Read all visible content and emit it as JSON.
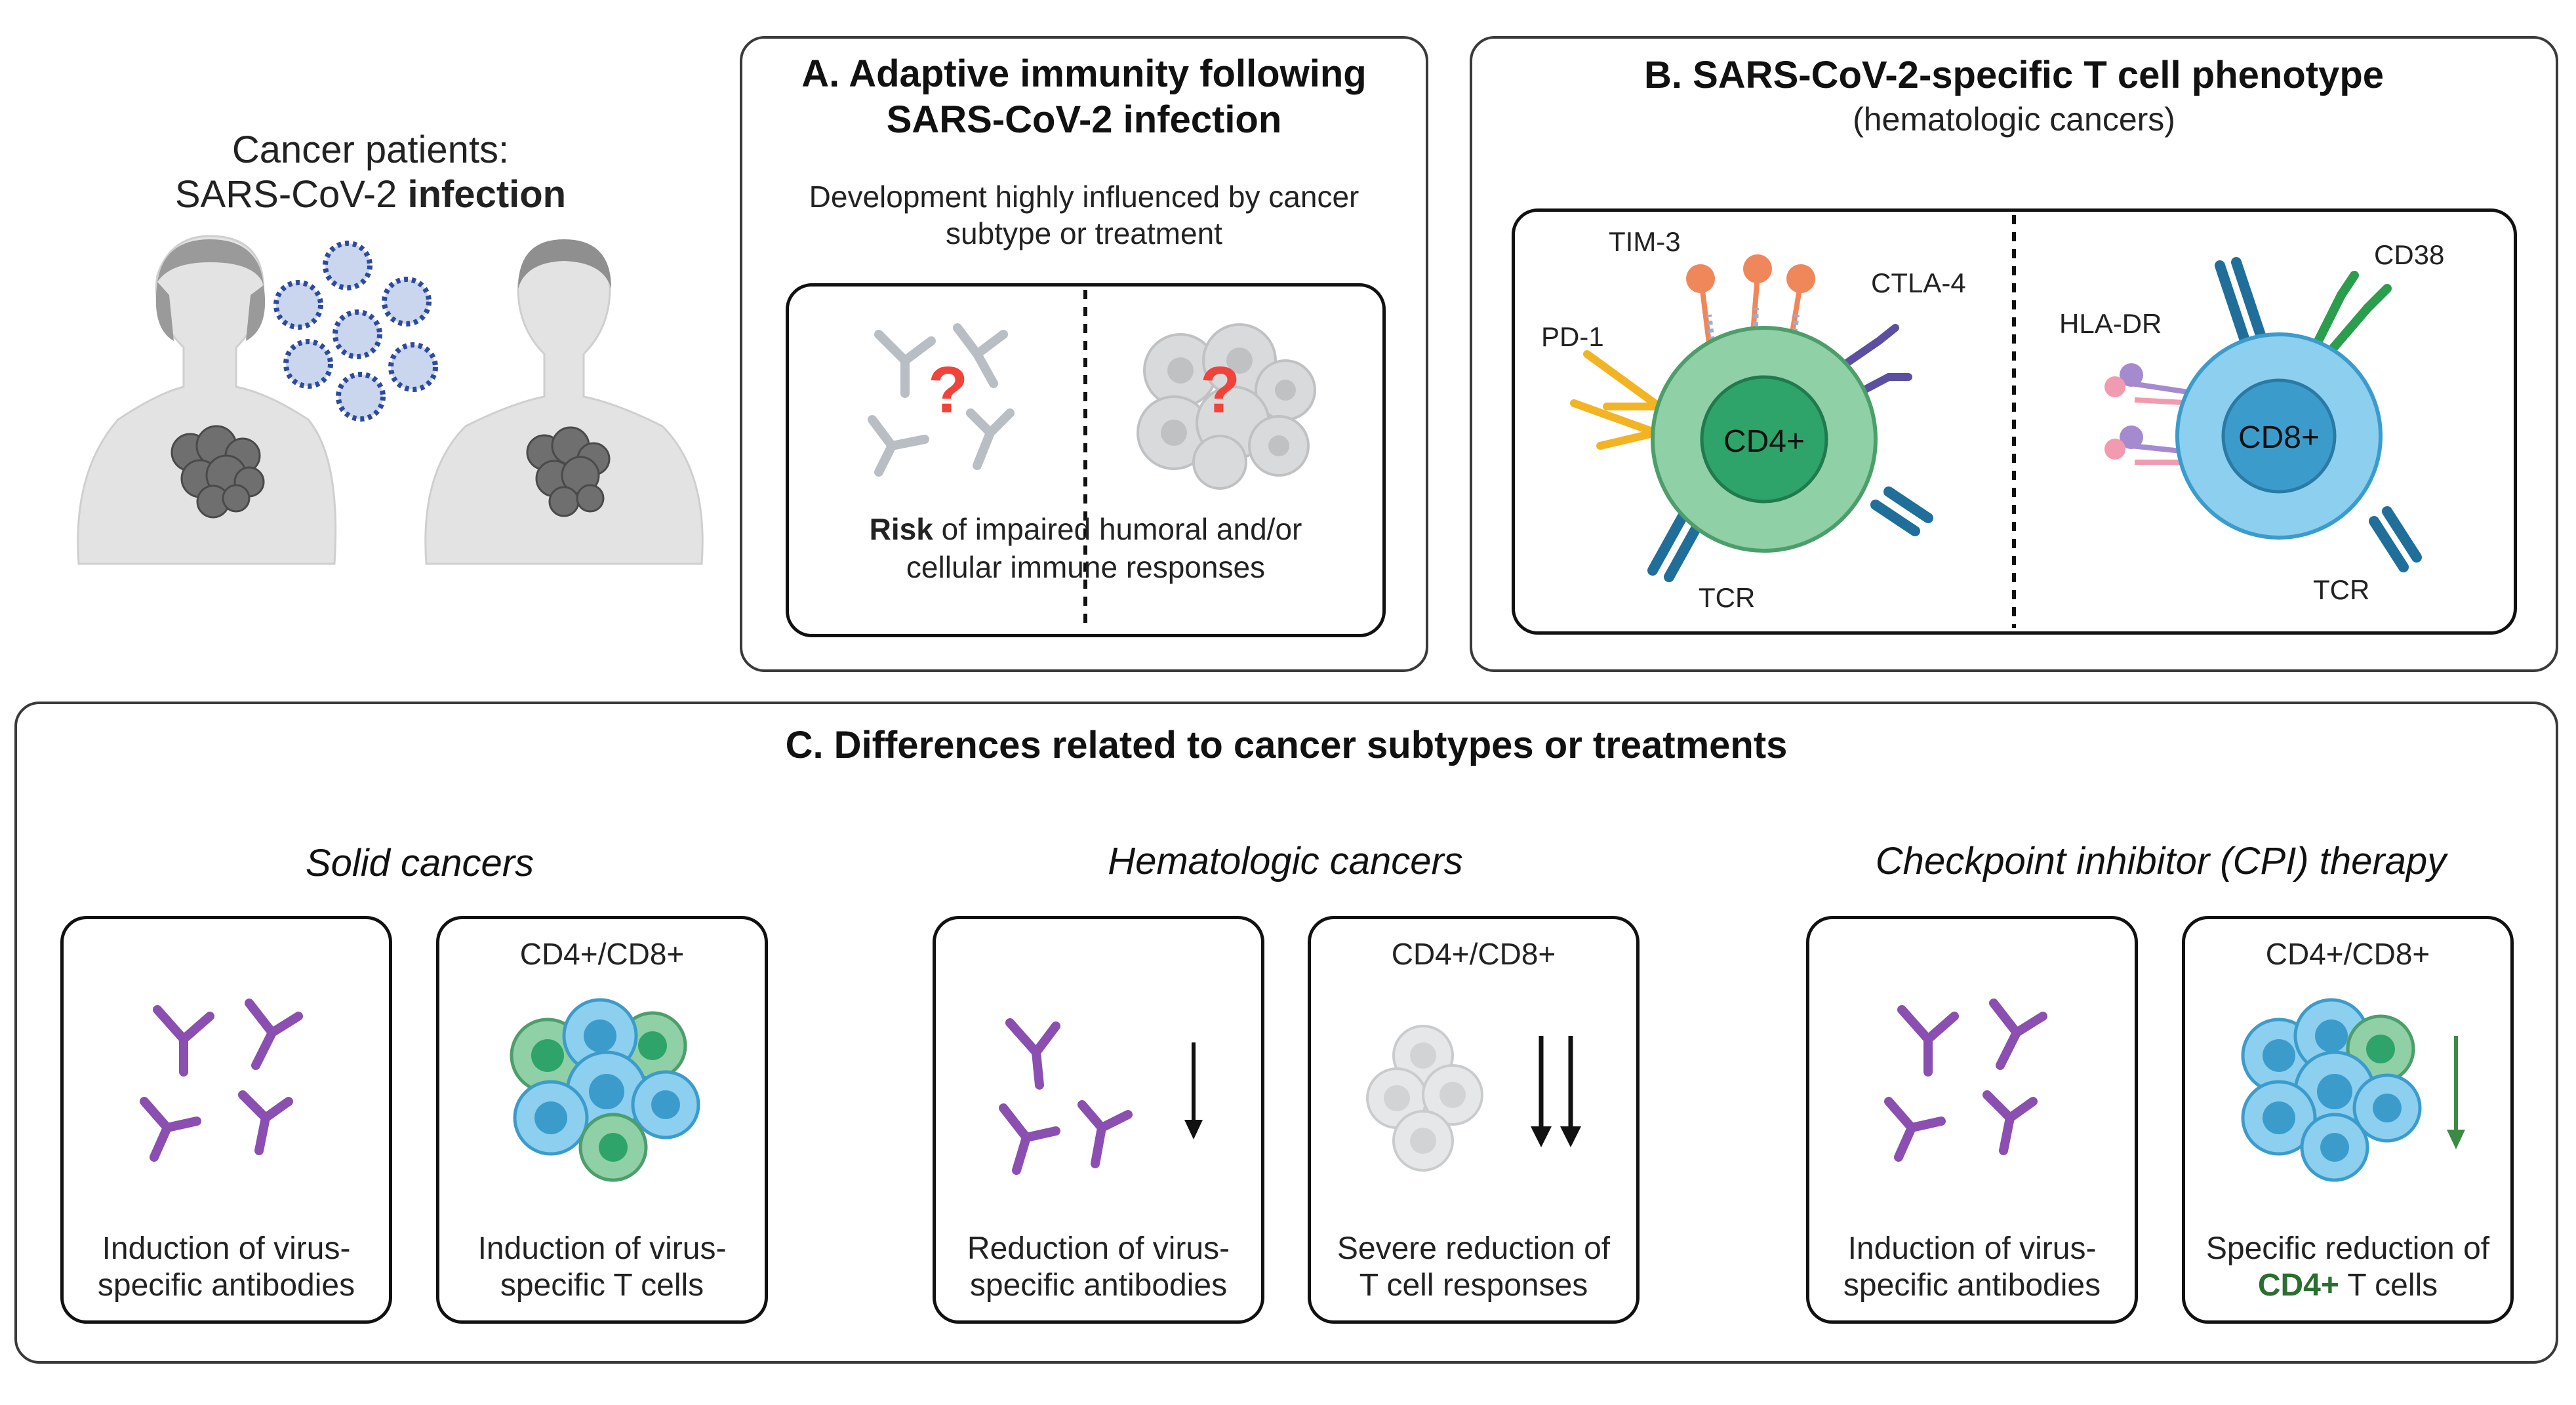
{
  "intro": {
    "line1": "Cancer patients:",
    "line2_prefix": "SARS-CoV-2 ",
    "line2_bold": "infection"
  },
  "panelA": {
    "title_line1": "A. Adaptive immunity following",
    "title_line2": "SARS-CoV-2 infection",
    "desc_line1": "Development highly influenced by cancer",
    "desc_line2": "subtype or treatment",
    "risk_bold": "Risk",
    "risk_rest_line1": " of impaired humoral and/or",
    "risk_line2": "cellular immune responses",
    "question_mark": "?"
  },
  "panelB": {
    "title": "B. SARS-CoV-2-specific T cell phenotype",
    "subtitle": "(hematologic cancers)",
    "cd4": {
      "core": "CD4+",
      "tim3": "TIM-3",
      "pd1": "PD-1",
      "ctla4": "CTLA-4",
      "tcr": "TCR"
    },
    "cd8": {
      "core": "CD8+",
      "cd38": "CD38",
      "hladr": "HLA-DR",
      "tcr": "TCR"
    }
  },
  "panelC": {
    "title": "C. Differences related to cancer subtypes or treatments",
    "groups": [
      {
        "heading": "Solid cancers",
        "box1": {
          "line1": "Induction of virus-",
          "line2": "specific antibodies"
        },
        "box2": {
          "header": "CD4+/CD8+",
          "line1": "Induction of virus-",
          "line2": "specific T cells"
        }
      },
      {
        "heading": "Hematologic cancers",
        "box1": {
          "line1": "Reduction of virus-",
          "line2": "specific antibodies"
        },
        "box2": {
          "header": "CD4+/CD8+",
          "line1": "Severe reduction of",
          "line2": "T cell responses"
        }
      },
      {
        "heading": "Checkpoint inhibitor (CPI) therapy",
        "box1": {
          "line1": "Induction of virus-",
          "line2": "specific antibodies"
        },
        "box2": {
          "header": "CD4+/CD8+",
          "line1": "Specific reduction of",
          "line2_bold": "CD4+",
          "line2_rest": " T cells"
        }
      }
    ]
  },
  "colors": {
    "antibody_purple": "#8a4fb0",
    "antibody_gray": "#b8bec3",
    "cd4_green": "#8fd0a6",
    "cd4_core": "#2ea36a",
    "cd8_blue": "#8ccfee",
    "cd8_core": "#3b9ccc",
    "tcr_blue": "#1f6f9a",
    "pd1_yellow": "#f3b423",
    "tim3_orange": "#f0875a",
    "ctla4_purple": "#5a4fa0",
    "cd38_green": "#2a9e4d",
    "hladr_purple": "#a68ad0",
    "hladr_pink": "#f29bb0",
    "question_red": "#f0433a",
    "arrow_green": "#3d8a44",
    "cd4_text_green": "#2b6e2f"
  }
}
